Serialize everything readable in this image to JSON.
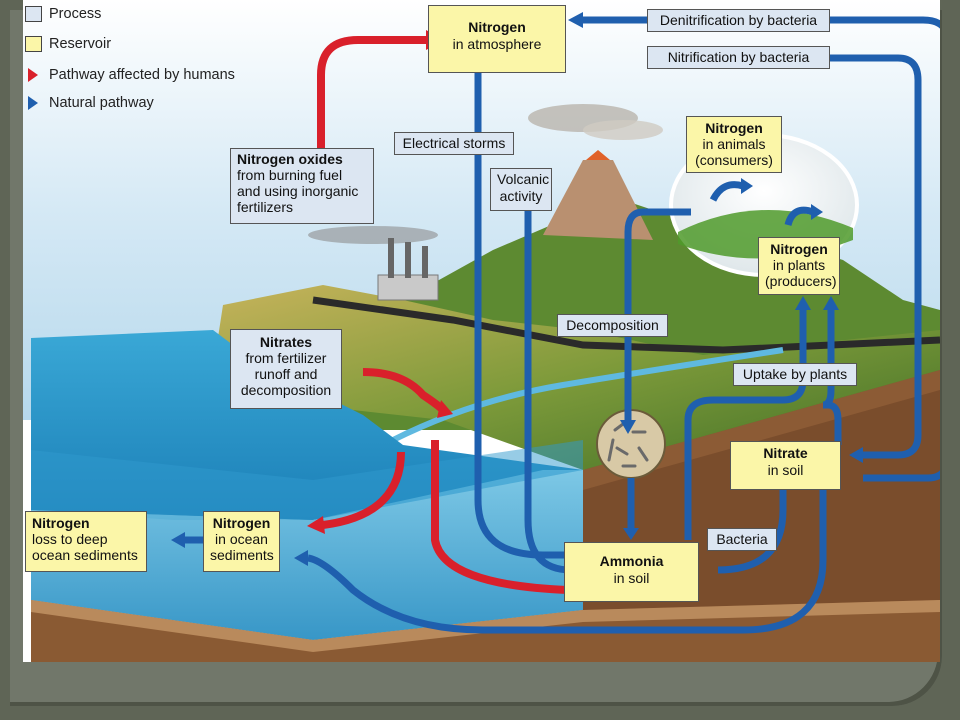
{
  "legend": {
    "process": "Process",
    "reservoir": "Reservoir",
    "human": "Pathway affected by humans",
    "natural": "Natural pathway"
  },
  "colors": {
    "process_fill": "#dce6f2",
    "reservoir_fill": "#fbf6a8",
    "human_arrow": "#d9202b",
    "natural_arrow": "#1f5fae",
    "slide_frame": "#5f6556"
  },
  "reservoirs": {
    "atmosphere": {
      "title": "Nitrogen",
      "sub": "in atmosphere"
    },
    "animals": {
      "title": "Nitrogen",
      "sub": "in animals (consumers)"
    },
    "plants": {
      "title": "Nitrogen",
      "sub": "in plants (producers)"
    },
    "nitrate_soil": {
      "title": "Nitrate",
      "sub": "in soil"
    },
    "ammonia_soil": {
      "title": "Ammonia",
      "sub": "in soil"
    },
    "ocean_sediments": {
      "title": "Nitrogen",
      "sub": "in ocean sediments"
    },
    "deep_loss": {
      "title": "Nitrogen",
      "sub": "loss to deep ocean sediments"
    }
  },
  "processes": {
    "denitrification": "Denitrification by bacteria",
    "nitrification": "Nitrification by bacteria",
    "electrical_storms": "Electrical storms",
    "volcanic": "Volcanic activity",
    "decomposition": "Decomposition",
    "uptake": "Uptake by plants",
    "bacteria": "Bacteria",
    "nitrogen_oxides": {
      "title": "Nitrogen oxides",
      "sub": "from burning fuel and using inorganic fertilizers"
    },
    "nitrates": {
      "title": "Nitrates",
      "sub": "from fertilizer runoff and decomposition"
    }
  }
}
